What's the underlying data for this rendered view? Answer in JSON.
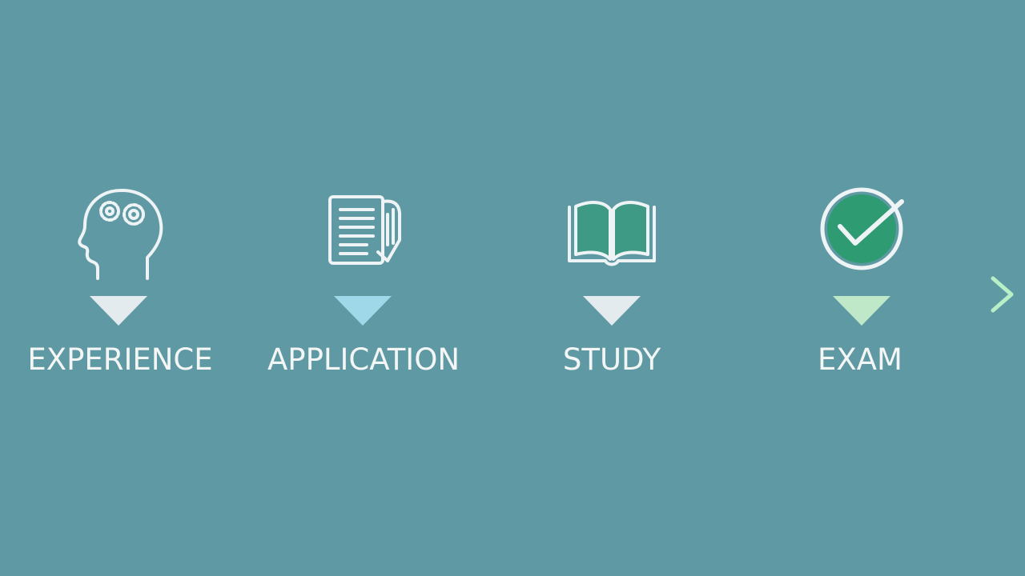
{
  "steps": [
    {
      "label": "EXPERIENCE",
      "icon": "head-gears-icon",
      "marker_color": "#e4ebee"
    },
    {
      "label": "APPLICATION",
      "icon": "document-pen-icon",
      "marker_color": "#9fd8e8"
    },
    {
      "label": "STUDY",
      "icon": "open-book-icon",
      "marker_color": "#e4ebee"
    },
    {
      "label": "EXAM",
      "icon": "checkmark-circle-icon",
      "marker_color": "#bfe8c8"
    }
  ],
  "colors": {
    "background": "#5f9aa4",
    "line": "#e8eef0",
    "line_accent_blue": "#9fd8e8",
    "line_accent_green": "#b7efc7",
    "icon_stroke": "#eef4f5",
    "check_fill": "#2e9b72",
    "book_fill": "#3f9a85"
  }
}
